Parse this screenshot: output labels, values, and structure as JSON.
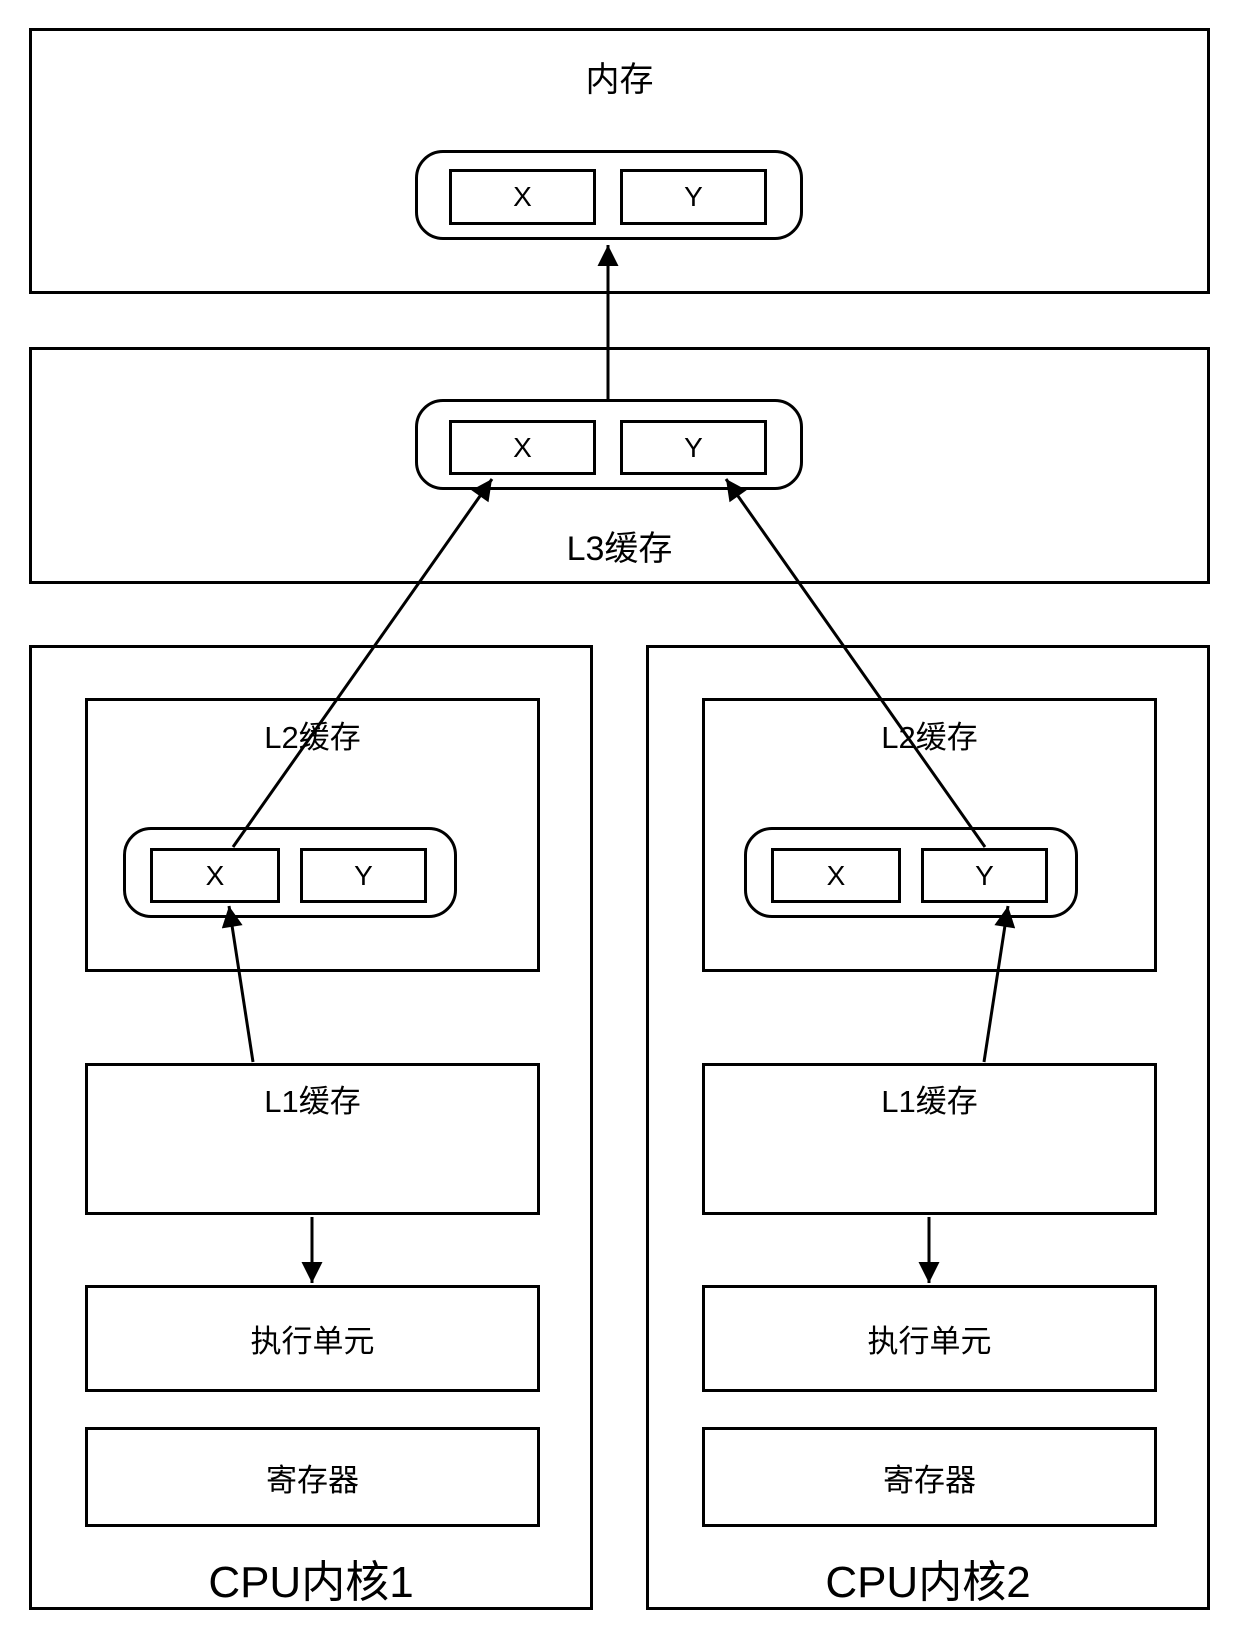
{
  "colors": {
    "stroke": "#000000",
    "background": "#ffffff",
    "text": "#000000"
  },
  "memory": {
    "title": "内存",
    "slots": [
      "X",
      "Y"
    ]
  },
  "l3": {
    "title": "L3缓存",
    "slots": [
      "X",
      "Y"
    ]
  },
  "cores": [
    {
      "title": "CPU内核1",
      "l2": {
        "title": "L2缓存",
        "slots": [
          "X",
          "Y"
        ]
      },
      "l1": {
        "title": "L1缓存"
      },
      "exec": {
        "title": "执行单元"
      },
      "registers": {
        "title": "寄存器"
      }
    },
    {
      "title": "CPU内核2",
      "l2": {
        "title": "L2缓存",
        "slots": [
          "X",
          "Y"
        ]
      },
      "l1": {
        "title": "L1缓存"
      },
      "exec": {
        "title": "执行单元"
      },
      "registers": {
        "title": "寄存器"
      }
    }
  ],
  "edges": [
    {
      "from": "l3-cache-line-group",
      "to": "memory-cache-line-group",
      "direction": "up"
    },
    {
      "from": "core1-l2-slot-x",
      "to": "l3-slot-x",
      "direction": "up"
    },
    {
      "from": "core2-l2-slot-y",
      "to": "l3-slot-y",
      "direction": "up"
    },
    {
      "from": "core1-l1-cache",
      "to": "core1-l2-slot-x",
      "direction": "up"
    },
    {
      "from": "core2-l1-cache",
      "to": "core2-l2-slot-y",
      "direction": "up"
    },
    {
      "from": "core1-l1-cache",
      "to": "core1-exec-unit",
      "direction": "down"
    },
    {
      "from": "core2-l1-cache",
      "to": "core2-exec-unit",
      "direction": "down"
    }
  ]
}
